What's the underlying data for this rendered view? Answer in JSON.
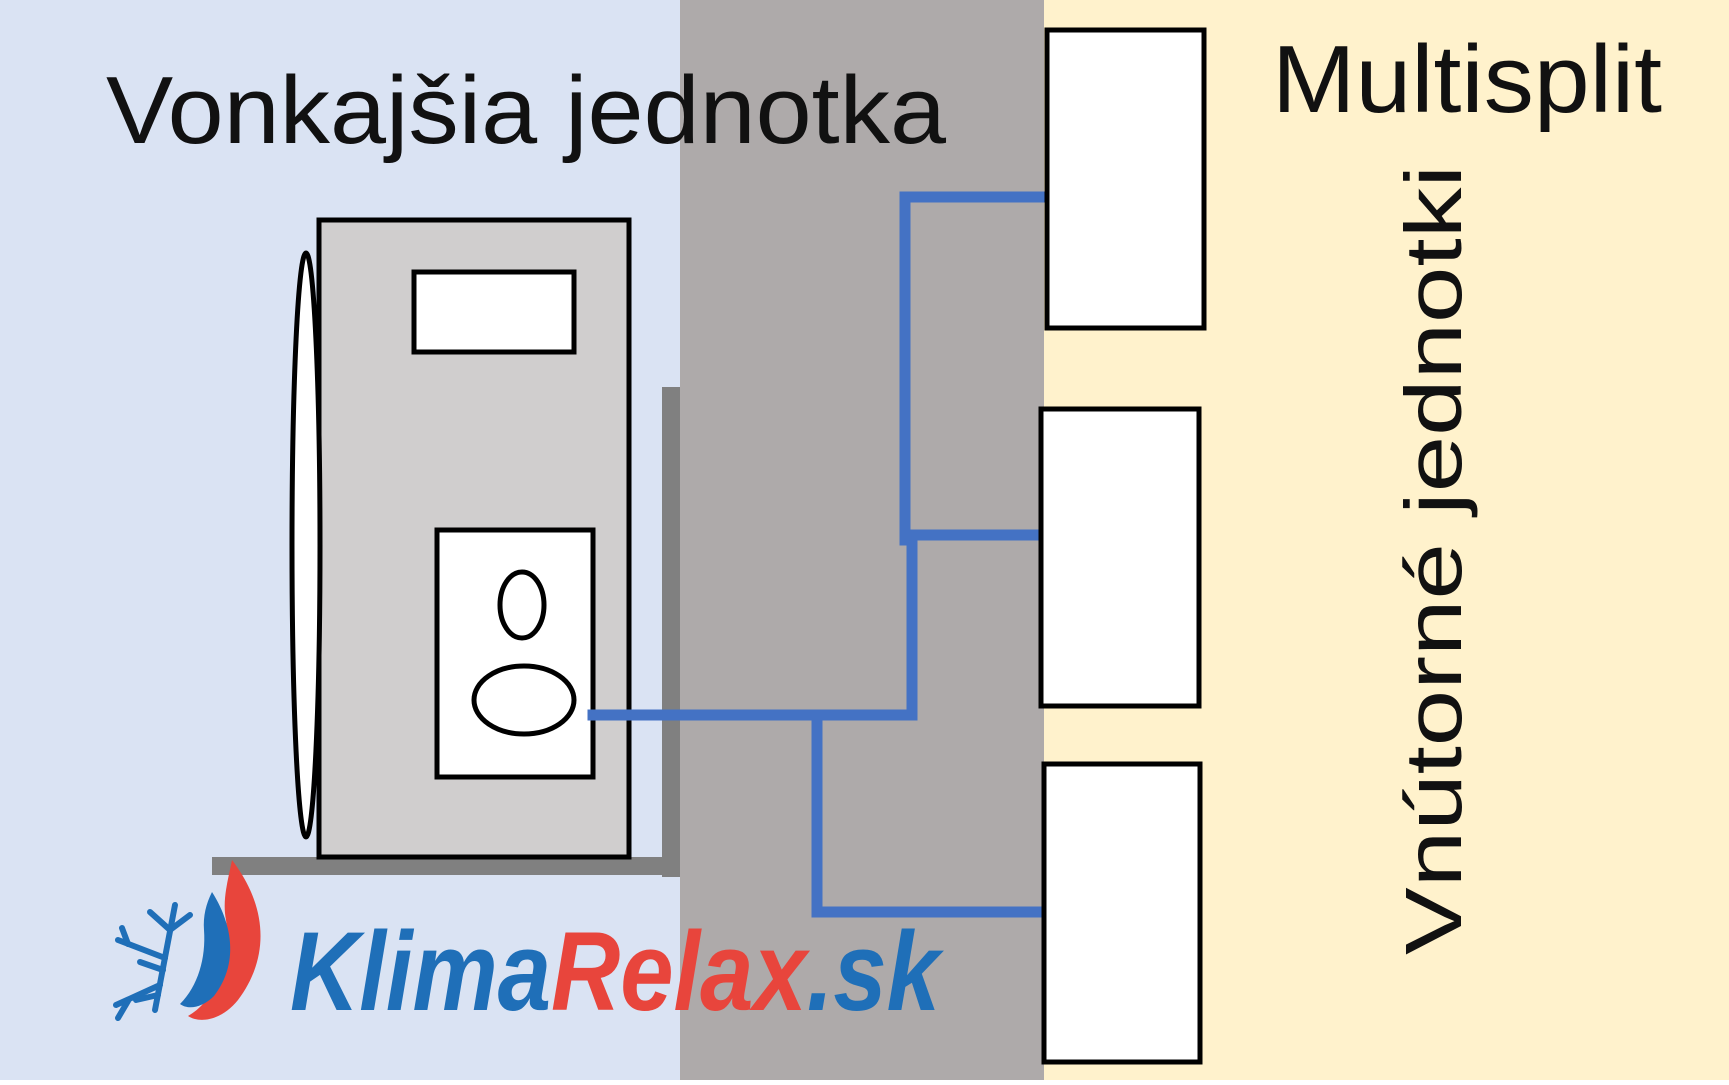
{
  "diagram": {
    "outdoor_title": "Vonkajšia jednotka",
    "system_title": "Multisplit",
    "indoor_title": "Vnútorné jednotki",
    "indoor_unit_count": 3
  },
  "logo": {
    "part1": "Klima",
    "part2": "Relax",
    "part3": ".sk"
  },
  "colors": {
    "outdoor_bg": "#dae3f3",
    "wall": "#aeaaaa",
    "indoor_bg": "#fff2cc",
    "pipe": "#4472c4",
    "unit_body": "#d0cece",
    "bracket": "#808080",
    "logo_blue": "#1f6fb8",
    "logo_red": "#e8453c"
  }
}
